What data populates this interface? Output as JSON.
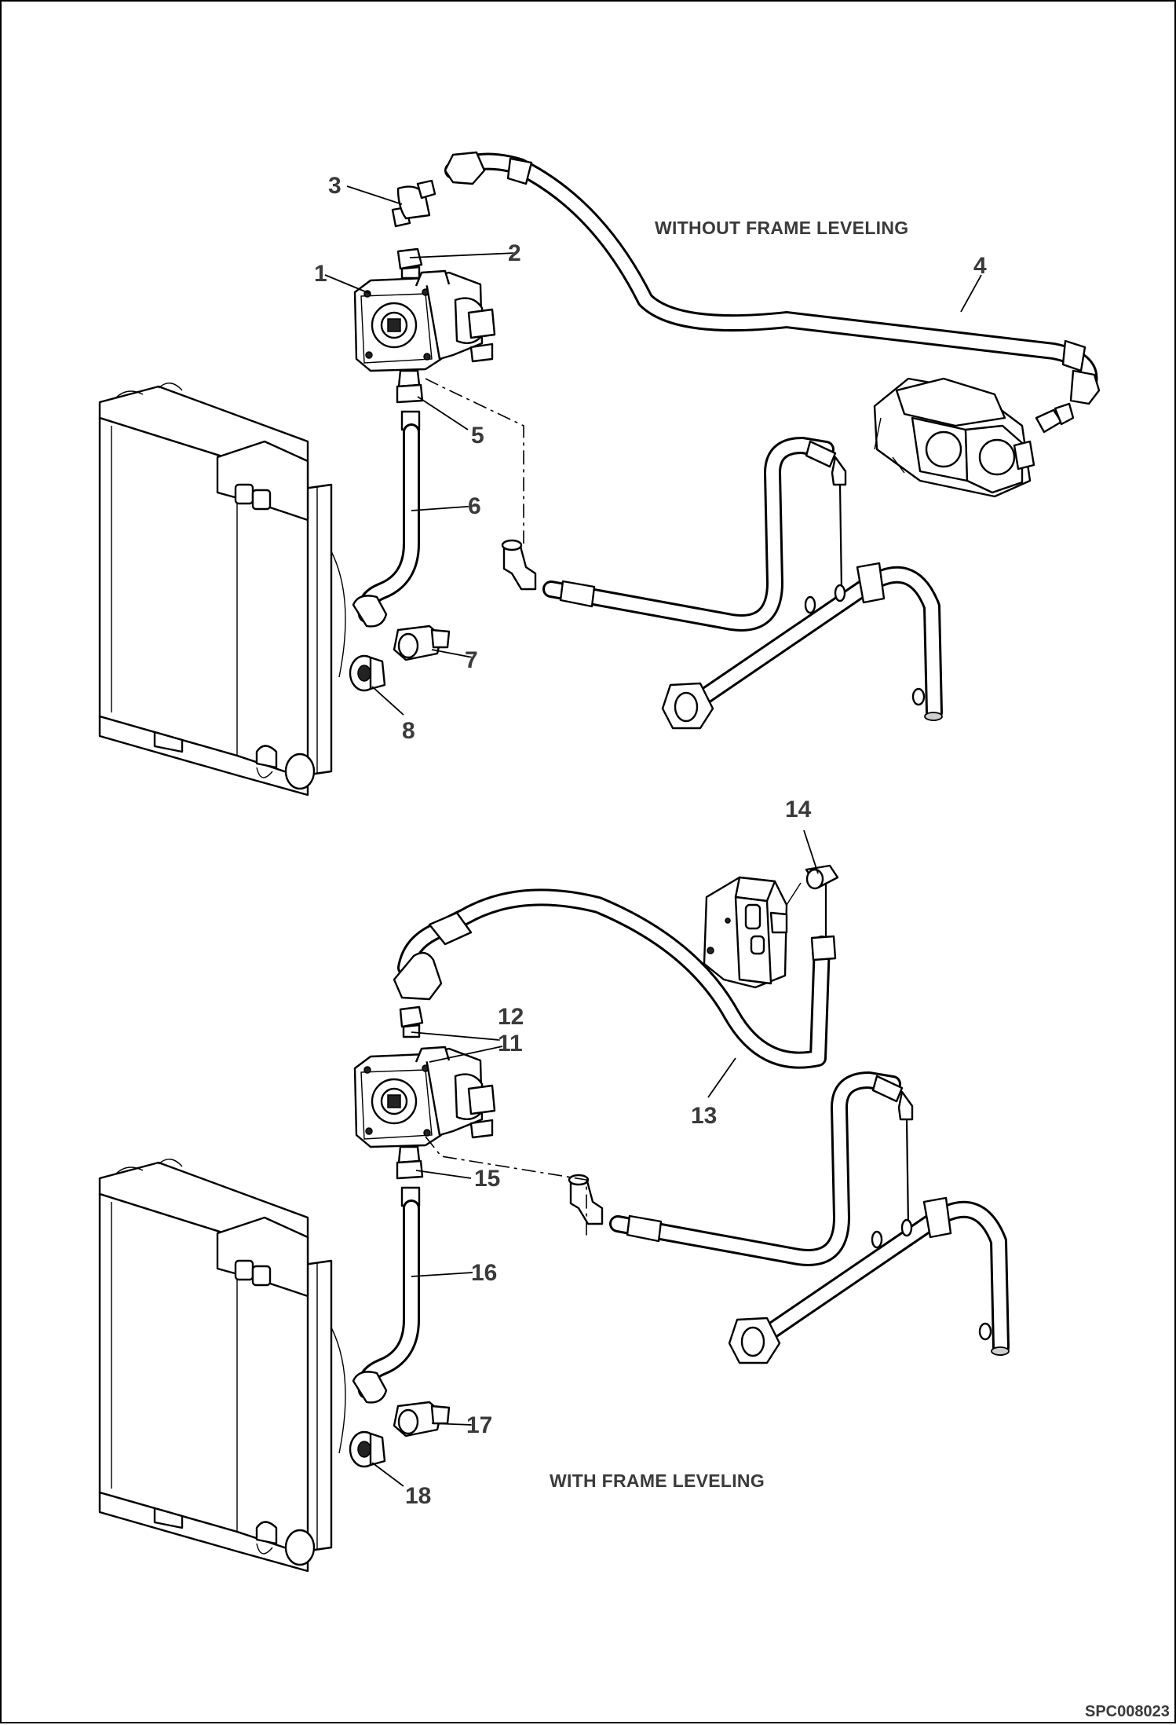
{
  "captions": {
    "without": "WITHOUT  FRAME LEVELING",
    "with": "WITH  FRAME LEVELING"
  },
  "drawing_code": "SPC008023",
  "callouts": {
    "c1": "1",
    "c2": "2",
    "c3": "3",
    "c4": "4",
    "c5": "5",
    "c6": "6",
    "c7": "7",
    "c8": "8",
    "c11": "11",
    "c12": "12",
    "c13": "13",
    "c14": "14",
    "c15": "15",
    "c16": "16",
    "c17": "17",
    "c18": "18"
  }
}
